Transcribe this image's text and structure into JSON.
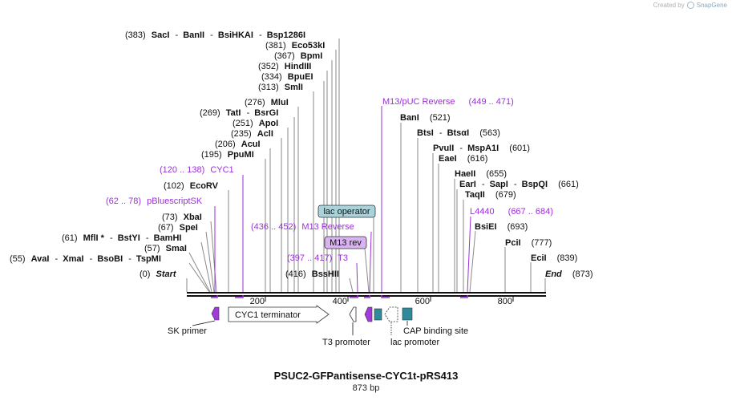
{
  "app": {
    "created_by": "Created by",
    "brand": "SnapGene"
  },
  "map": {
    "title": "PSUC2-GFPantisense-CYC1t-pRS413",
    "length_label": "873 bp"
  },
  "colors": {
    "backbone": "#111111",
    "enzyme_line": "#888888",
    "primer": "#9b30d9",
    "primer_label": "#9b30d9",
    "feature_purple": "#a13ad8",
    "feature_teal": "#2f8a9a",
    "lac_operator_fill": "#a8d3dc",
    "m13_rev_fill": "#d9b3f0"
  },
  "ticks": [
    "200",
    "400",
    "600",
    "800"
  ],
  "enzymes": [
    {
      "pos": "(383)",
      "names": [
        "SacI",
        "BanII",
        "BsiHKAI",
        "Bsp1286I"
      ]
    },
    {
      "pos": "(381)",
      "names": [
        "Eco53kI"
      ]
    },
    {
      "pos": "(367)",
      "names": [
        "BpmI"
      ]
    },
    {
      "pos": "(352)",
      "names": [
        "HindIII"
      ]
    },
    {
      "pos": "(334)",
      "names": [
        "BpuEI"
      ]
    },
    {
      "pos": "(313)",
      "names": [
        "SmlI"
      ]
    },
    {
      "pos": "(276)",
      "names": [
        "MluI"
      ]
    },
    {
      "pos": "(269)",
      "names": [
        "TatI",
        "BsrGI"
      ]
    },
    {
      "pos": "(251)",
      "names": [
        "ApoI"
      ]
    },
    {
      "pos": "(235)",
      "names": [
        "AclI"
      ]
    },
    {
      "pos": "(206)",
      "names": [
        "AcuI"
      ]
    },
    {
      "pos": "(195)",
      "names": [
        "PpuMI"
      ]
    },
    {
      "pos": "(102)",
      "names": [
        "EcoRV"
      ]
    },
    {
      "pos": "(73)",
      "names": [
        "XbaI"
      ]
    },
    {
      "pos": "(67)",
      "names": [
        "SpeI"
      ]
    },
    {
      "pos": "(61)",
      "names": [
        "MflI *",
        "BstYI",
        "BamHI"
      ]
    },
    {
      "pos": "(57)",
      "names": [
        "SmaI"
      ]
    },
    {
      "pos": "(55)",
      "names": [
        "AvaI",
        "XmaI",
        "BsoBI",
        "TspMI"
      ]
    },
    {
      "pos": "(0)",
      "names": [
        "Start"
      ]
    },
    {
      "pos": "(416)",
      "names": [
        "BssHII"
      ]
    },
    {
      "pos": "(521)",
      "names": [
        "BanI"
      ]
    },
    {
      "pos": "(563)",
      "names": [
        "BtsI",
        "BtsαI"
      ]
    },
    {
      "pos": "(601)",
      "names": [
        "PvuII",
        "MspA1I"
      ]
    },
    {
      "pos": "(616)",
      "names": [
        "EaeI"
      ]
    },
    {
      "pos": "(655)",
      "names": [
        "HaeII"
      ]
    },
    {
      "pos": "(661)",
      "names": [
        "EarI",
        "SapI",
        "BspQI"
      ]
    },
    {
      "pos": "(679)",
      "names": [
        "TaqII"
      ]
    },
    {
      "pos": "(693)",
      "names": [
        "BsiEI"
      ]
    },
    {
      "pos": "(777)",
      "names": [
        "PciI"
      ]
    },
    {
      "pos": "(839)",
      "names": [
        "EciI"
      ]
    },
    {
      "pos": "(873)",
      "names": [
        "End"
      ]
    }
  ],
  "primers": [
    {
      "label": "M13/pUC Reverse",
      "range": "(449 .. 471)"
    },
    {
      "label": "CYC1",
      "range": "(120 .. 138)"
    },
    {
      "label": "pBluescriptSK",
      "range": "(62 .. 78)"
    },
    {
      "label": "M13 Reverse",
      "range": "(436 .. 452)"
    },
    {
      "label": "T3",
      "range": "(397 .. 417)"
    },
    {
      "label": "L4440",
      "range": "(667 .. 684)"
    }
  ],
  "feature_boxes": {
    "lac_operator": "lac operator",
    "m13_rev": "M13 rev"
  },
  "features": {
    "sk_primer": "SK primer",
    "cyc1_terminator": "CYC1 terminator",
    "t3_promoter": "T3 promoter",
    "lac_promoter": "lac promoter",
    "cap_binding_site": "CAP binding site"
  }
}
